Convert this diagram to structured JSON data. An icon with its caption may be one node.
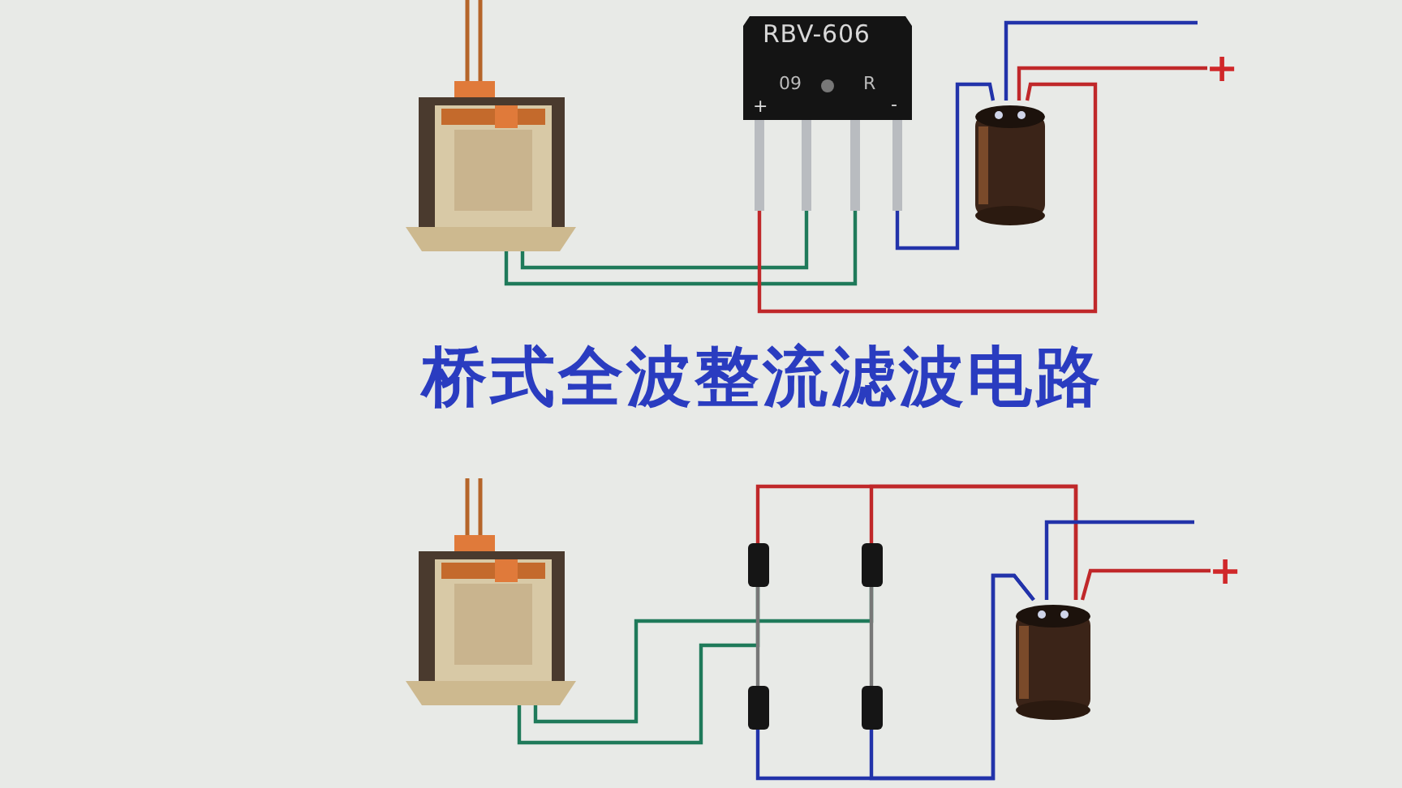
{
  "diagram": {
    "title": "桥式全波整流滤波电路",
    "nodes": [
      {
        "text": [],
        "shape": "picture"
      },
      {
        "text": [
          "RBV-606",
          "09",
          "R",
          "+",
          "-"
        ]
      },
      {
        "text": [],
        "shape": "picture"
      },
      {
        "text": [],
        "shape": "picture"
      },
      {
        "text": [],
        "shape": "bar"
      },
      {
        "text": [],
        "shape": "bar"
      },
      {
        "text": [],
        "shape": "bar"
      },
      {
        "text": [],
        "shape": "bar"
      },
      {
        "text": [],
        "shape": "picture"
      },
      {
        "text": [
          "+"
        ]
      },
      {
        "text": [
          "+"
        ]
      }
    ],
    "edges": [
      {
        "from": 0,
        "to": 1,
        "arrow": "none",
        "color": "#1f7a5a"
      },
      {
        "from": 0,
        "to": 1,
        "arrow": "none",
        "color": "#1f7a5a"
      },
      {
        "from": 1,
        "to": 2,
        "arrow": "none",
        "color": "#2233aa"
      },
      {
        "from": 1,
        "to": 2,
        "arrow": "none",
        "color": "#c0282a"
      },
      {
        "from": 2,
        "to": null,
        "arrow": "none",
        "color": "#2233aa"
      },
      {
        "from": 2,
        "to": 9,
        "arrow": "none",
        "color": "#c0282a"
      },
      {
        "from": 3,
        "to": 5,
        "arrow": "none",
        "color": "#1f7a5a"
      },
      {
        "from": 3,
        "to": 4,
        "arrow": "none",
        "color": "#1f7a5a"
      },
      {
        "from": 4,
        "to": 6,
        "arrow": "none",
        "color": "#777777"
      },
      {
        "from": 5,
        "to": 7,
        "arrow": "none",
        "color": "#777777"
      },
      {
        "from": 4,
        "to": 8,
        "arrow": "none",
        "color": "#c0282a"
      },
      {
        "from": 5,
        "to": 8,
        "arrow": "none",
        "color": "#c0282a"
      },
      {
        "from": 6,
        "to": 8,
        "arrow": "none",
        "color": "#2233aa"
      },
      {
        "from": 7,
        "to": 8,
        "arrow": "none",
        "color": "#2233aa"
      },
      {
        "from": 8,
        "to": null,
        "arrow": "none",
        "color": "#2233aa"
      },
      {
        "from": 8,
        "to": 10,
        "arrow": "none",
        "color": "#c0282a"
      }
    ]
  }
}
